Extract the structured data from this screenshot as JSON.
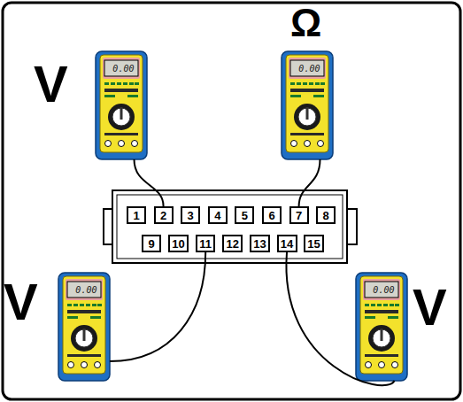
{
  "diagram": {
    "nodes": [
      {
        "text": [
          "V",
          "0.00"
        ]
      },
      {
        "text": [
          "Ω",
          "0.00"
        ]
      },
      {
        "text": [
          "1"
        ]
      },
      {
        "text": [
          "2"
        ]
      },
      {
        "text": [
          "3"
        ]
      },
      {
        "text": [
          "4"
        ]
      },
      {
        "text": [
          "5"
        ]
      },
      {
        "text": [
          "6"
        ]
      },
      {
        "text": [
          "7"
        ]
      },
      {
        "text": [
          "8"
        ]
      },
      {
        "text": [
          "9"
        ]
      },
      {
        "text": [
          "10"
        ]
      },
      {
        "text": [
          "11"
        ]
      },
      {
        "text": [
          "12"
        ]
      },
      {
        "text": [
          "13"
        ]
      },
      {
        "text": [
          "14"
        ]
      },
      {
        "text": [
          "15"
        ]
      },
      {
        "text": [
          "V",
          "0.00"
        ]
      },
      {
        "text": [
          "V",
          "0.00"
        ]
      }
    ],
    "edges": [
      {
        "from": 0,
        "to": 3,
        "arrow": "none"
      },
      {
        "from": 1,
        "to": 8,
        "arrow": "none"
      },
      {
        "from": 17,
        "to": 12,
        "arrow": "none"
      },
      {
        "from": 18,
        "to": 15,
        "arrow": "none"
      }
    ]
  }
}
